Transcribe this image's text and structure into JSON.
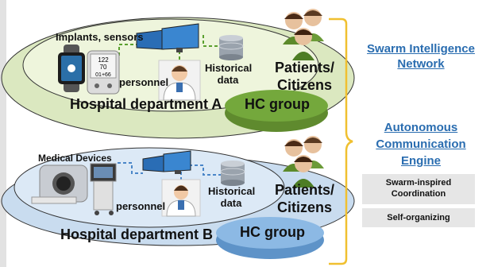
{
  "dept_a": {
    "title": "Hospital department A",
    "devices_label": "Implants, sensors",
    "personnel_label": "personnel",
    "historical_label_1": "Historical",
    "historical_label_2": "data",
    "hc_group": "HC group",
    "watch_value_1": "122",
    "watch_value_2": "70",
    "watch_value_3": "01+66",
    "patients_1": "Patients/",
    "patients_2": "Citizens"
  },
  "dept_b": {
    "title": "Hospital department B",
    "devices_label": "Medical Devices",
    "personnel_label": "personnel",
    "historical_label_1": "Historical",
    "historical_label_2": "data",
    "hc_group": "HC group",
    "patients_1": "Patients/",
    "patients_2": "Citizens"
  },
  "right": {
    "swarm_1": "Swarm Intelligence",
    "swarm_2": "Network",
    "auto_1": "Autonomous",
    "auto_2": "Communication",
    "auto_3": "Engine",
    "box1_1": "Swarm-inspired",
    "box1_2": "Coordination",
    "box2": "Self-organizing"
  },
  "colors": {
    "green_fill": "#e5efcf",
    "green_dark": "#6e9a38",
    "blue_fill": "#d3e3f3",
    "blue_dark": "#6b9ed0",
    "brace": "#f0c030",
    "link": "#2a6db0"
  }
}
